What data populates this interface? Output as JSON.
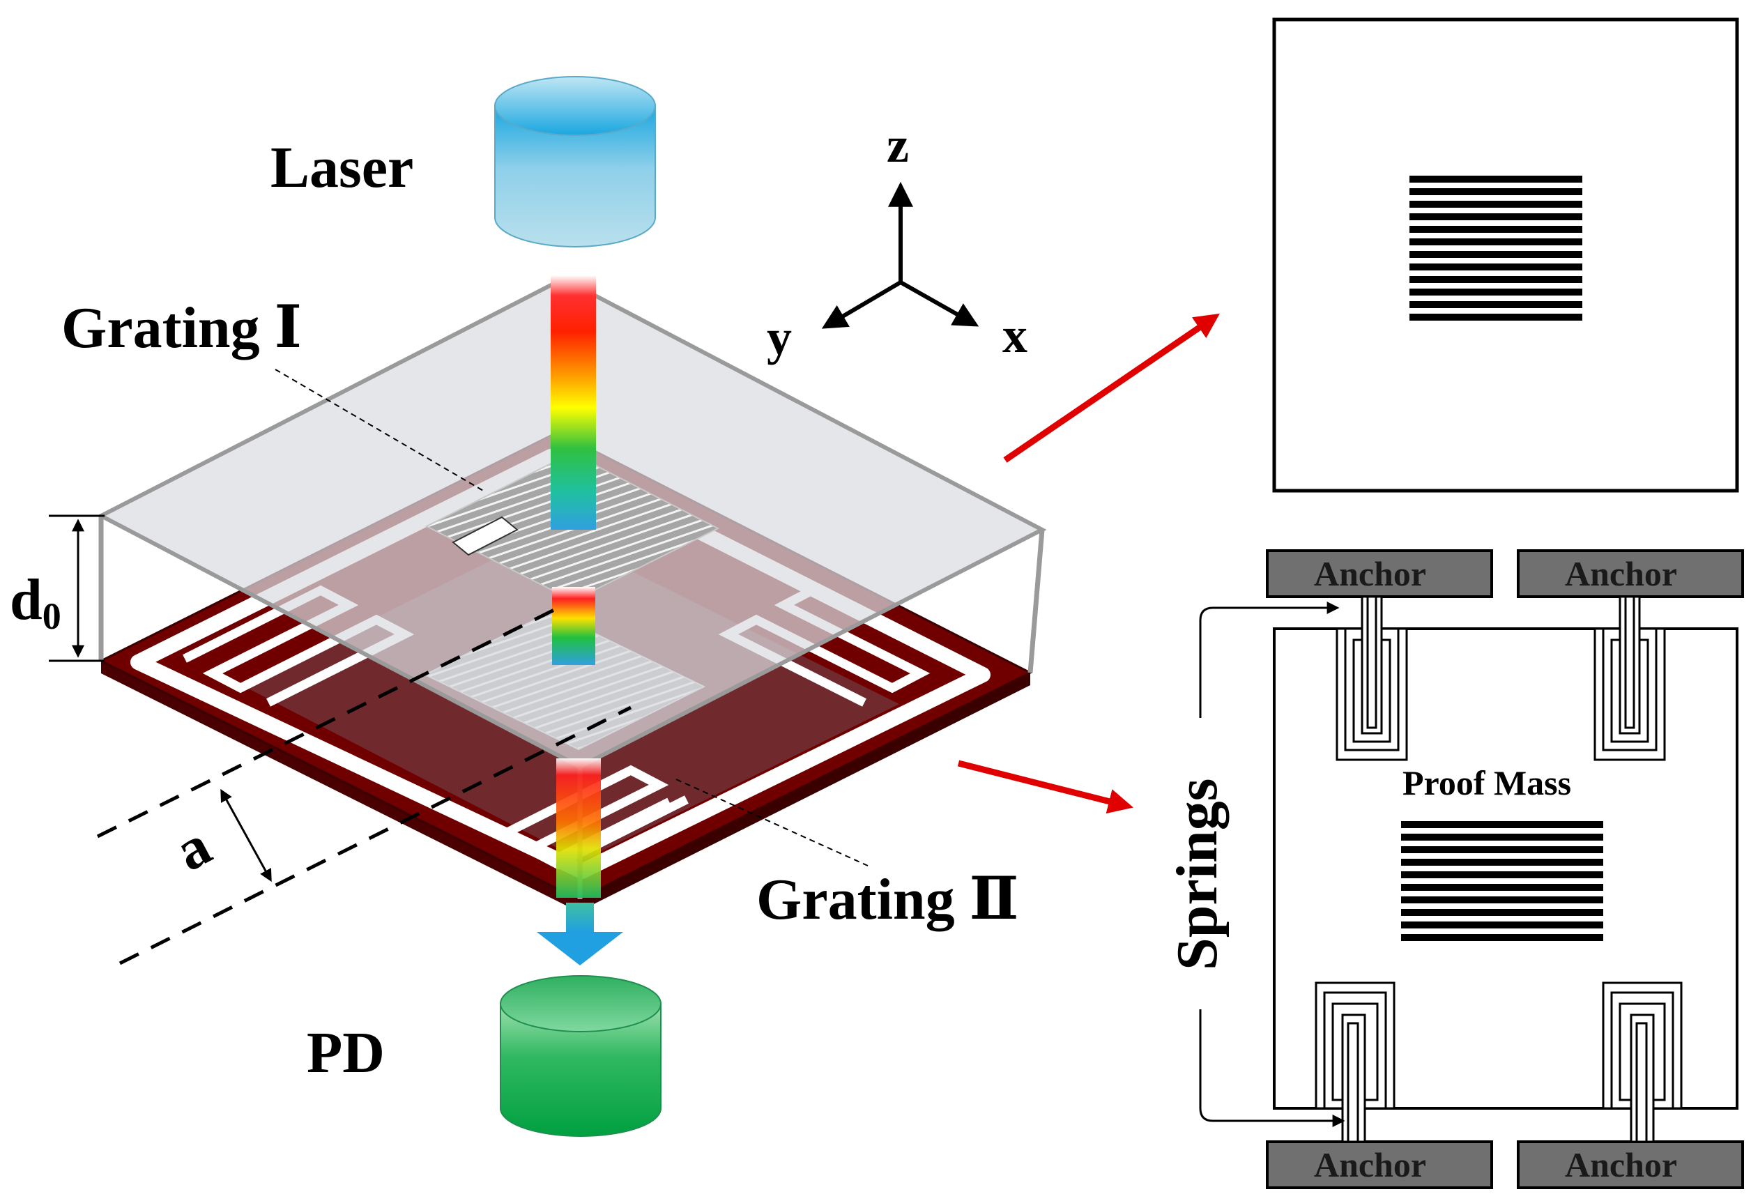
{
  "labels": {
    "laser": "Laser",
    "grating_1": "Grating Ⅰ",
    "grating_2": "Grating Ⅱ",
    "pd": "PD",
    "d0_main": "d",
    "d0_sub": "0",
    "a": "a",
    "z": "z",
    "y": "y",
    "x": "x",
    "springs": "Springs",
    "proof_mass": "Proof Mass",
    "anchor_tl": "Anchor",
    "anchor_tr": "Anchor",
    "anchor_bl": "Anchor",
    "anchor_br": "Anchor"
  },
  "colors": {
    "substrate": "#700000",
    "proof_mass": "#702a2e",
    "glass": "#d9dde2",
    "glass_edge": "#9a9a9a",
    "grating": "#8a8a8a",
    "anchor": "#707070",
    "arrow_red": "#e00000",
    "laser_top": "#1aa7e0",
    "laser_bottom": "#b9e0ec",
    "pd_top": "#40c070",
    "pd_bottom": "#00a040"
  }
}
